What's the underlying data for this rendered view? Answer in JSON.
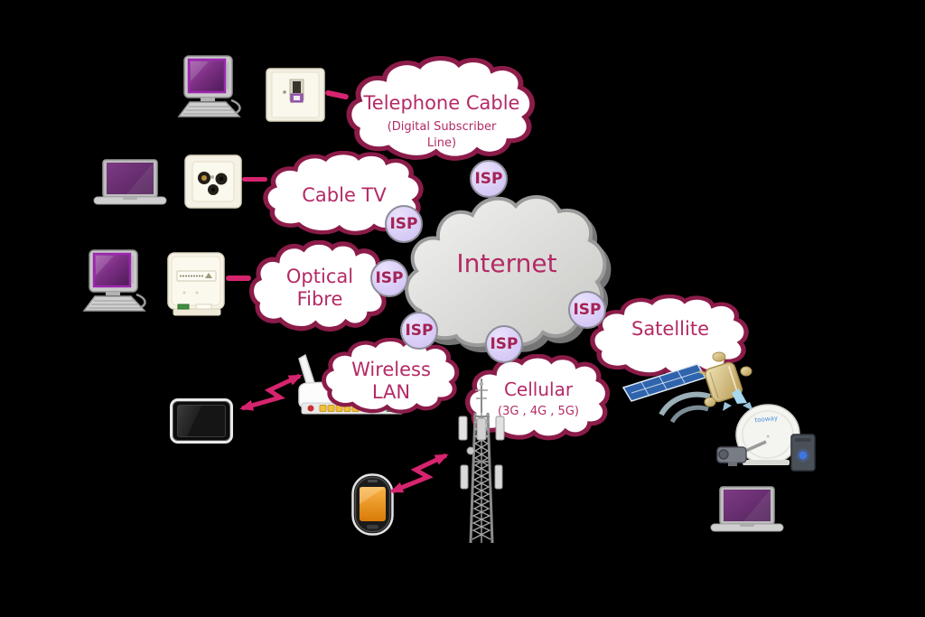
{
  "labels": {
    "isp": "ISP"
  },
  "clouds": {
    "internet": {
      "title": "Internet"
    },
    "telephone": {
      "title": "Telephone Cable",
      "subtitle_line1": "(Digital  Subscriber",
      "subtitle_line2": "Line)"
    },
    "cable_tv": {
      "title": "Cable TV"
    },
    "optical": {
      "line1": "Optical",
      "line2": "Fibre"
    },
    "wireless": {
      "line1": "Wireless",
      "line2": "LAN"
    },
    "cellular": {
      "title": "Cellular",
      "subtitle": "(3G ,  4G ,  5G)"
    },
    "satellite": {
      "title": "Satellite"
    }
  },
  "devices": {
    "dish_brand": "tooway"
  },
  "colors": {
    "background": "#000000",
    "cloud_border": "#8b1c49",
    "cloud_fill": "#ffffff",
    "cloud_text": "#b42a66",
    "internet_fill_light": "#f3f3f1",
    "internet_fill_dark": "#c7c7c4",
    "internet_border": "#9b9b9b",
    "isp_fill": "#d9cdf6",
    "isp_border": "#8d8d99",
    "isp_text": "#a32355",
    "arrow_pink": "#d6246e",
    "screen_purple": "#7c2f84",
    "phone_screen_orange": "#ef9420",
    "solar_panel_blue": "#2f64ad",
    "satellite_gold": "#cdb26a",
    "beam_blue": "#a8d8ef"
  }
}
